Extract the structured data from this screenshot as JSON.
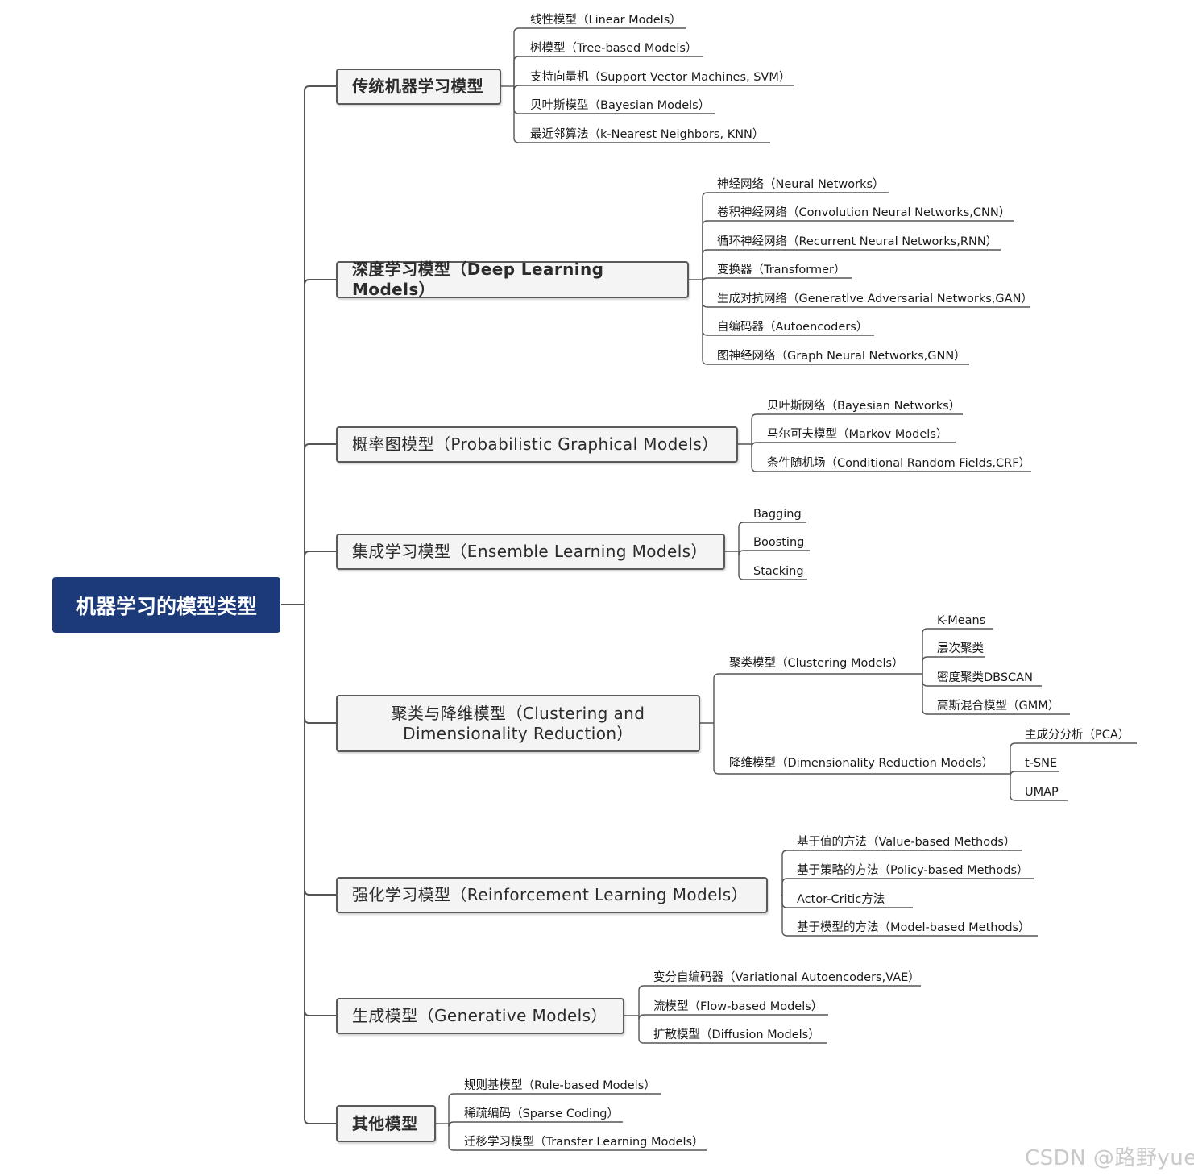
{
  "root": {
    "label": "机器学习的模型类型"
  },
  "categories": [
    {
      "label": "传统机器学习模型",
      "children": [
        "线性模型（Linear Models）",
        "树模型（Tree-based Models）",
        "支持向量机（Support Vector Machines, SVM）",
        "贝叶斯模型（Bayesian Models）",
        "最近邻算法（k-Nearest Neighbors, KNN）"
      ]
    },
    {
      "label": "深度学习模型（Deep Learning Models）",
      "children": [
        "神经网络（Neural Networks）",
        "卷积神经网络（Convolution Neural Networks,CNN）",
        "循环神经网络（Recurrent Neural Networks,RNN）",
        "变换器（Transformer）",
        "生成对抗网络（Generatlve Adversarial Networks,GAN）",
        "自编码器（Autoencoders）",
        "图神经网络（Graph Neural Networks,GNN）"
      ]
    },
    {
      "label": "概率图模型（Probabilistic Graphical Models）",
      "children": [
        "贝叶斯网络（Bayesian Networks）",
        "马尔可夫模型（Markov Models）",
        "条件随机场（Conditional Random Fields,CRF）"
      ]
    },
    {
      "label": "集成学习模型（Ensemble Learning Models）",
      "children": [
        "Bagging",
        "Boosting",
        "Stacking"
      ]
    },
    {
      "label": "聚类与降维模型（Clustering and Dimensionality Reduction）",
      "subgroups": [
        {
          "label": "聚类模型（Clustering Models）",
          "children": [
            "K-Means",
            "层次聚类",
            "密度聚类DBSCAN",
            "高斯混合模型（GMM）"
          ]
        },
        {
          "label": "降维模型（Dimensionality Reduction Models）",
          "children": [
            "主成分分析（PCA）",
            "t-SNE",
            "UMAP"
          ]
        }
      ]
    },
    {
      "label": "强化学习模型（Reinforcement Learning Models）",
      "children": [
        "基于值的方法（Value-based Methods）",
        "基于策略的方法（Policy-based Methods）",
        "Actor-Critic方法",
        "基于模型的方法（Model-based Methods）"
      ]
    },
    {
      "label": "生成模型（Generative Models）",
      "children": [
        "变分自编码器（Variational Autoencoders,VAE）",
        "流模型（Flow-based Models）",
        "扩散模型（Diffusion Models）"
      ]
    },
    {
      "label": "其他模型",
      "children": [
        "规则基模型（Rule-based Models）",
        "稀疏编码（Sparse Coding）",
        "迁移学习模型（Transfer Learning Models）"
      ]
    }
  ],
  "watermark": "CSDN @路野yue",
  "colors": {
    "root_fill": "#1c3a7a",
    "category_border": "#5a5a5a",
    "connector": "#555555"
  }
}
